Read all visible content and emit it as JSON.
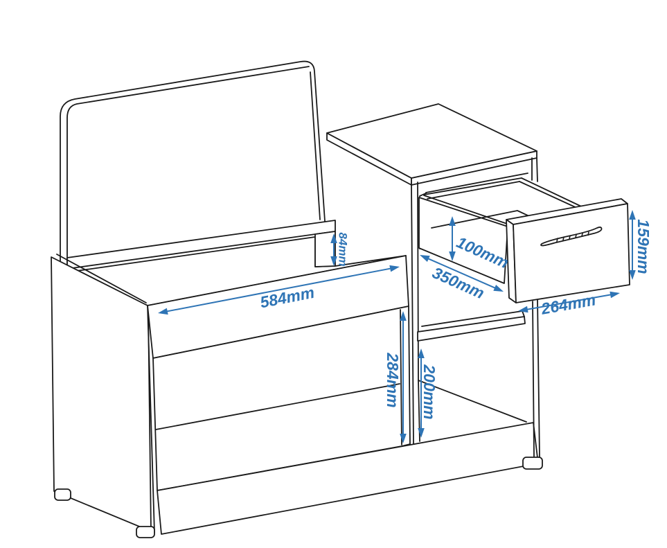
{
  "diagram": {
    "kind": "furniture-assembly-dimension-drawing",
    "units": "mm"
  },
  "colors": {
    "dimension_accent": "#2E74B5",
    "line": "#1a1a1a",
    "background": "#ffffff"
  },
  "annotations": {
    "dim_584": {
      "label": "584mm"
    },
    "dim_84": {
      "label": "84mm"
    },
    "dim_284": {
      "label": "284mm"
    },
    "dim_200": {
      "label": "200mm"
    },
    "dim_100": {
      "label": "100mm"
    },
    "dim_350": {
      "label": "350mm"
    },
    "dim_159": {
      "label": "159mm"
    },
    "dim_264": {
      "label": "264mm"
    }
  }
}
